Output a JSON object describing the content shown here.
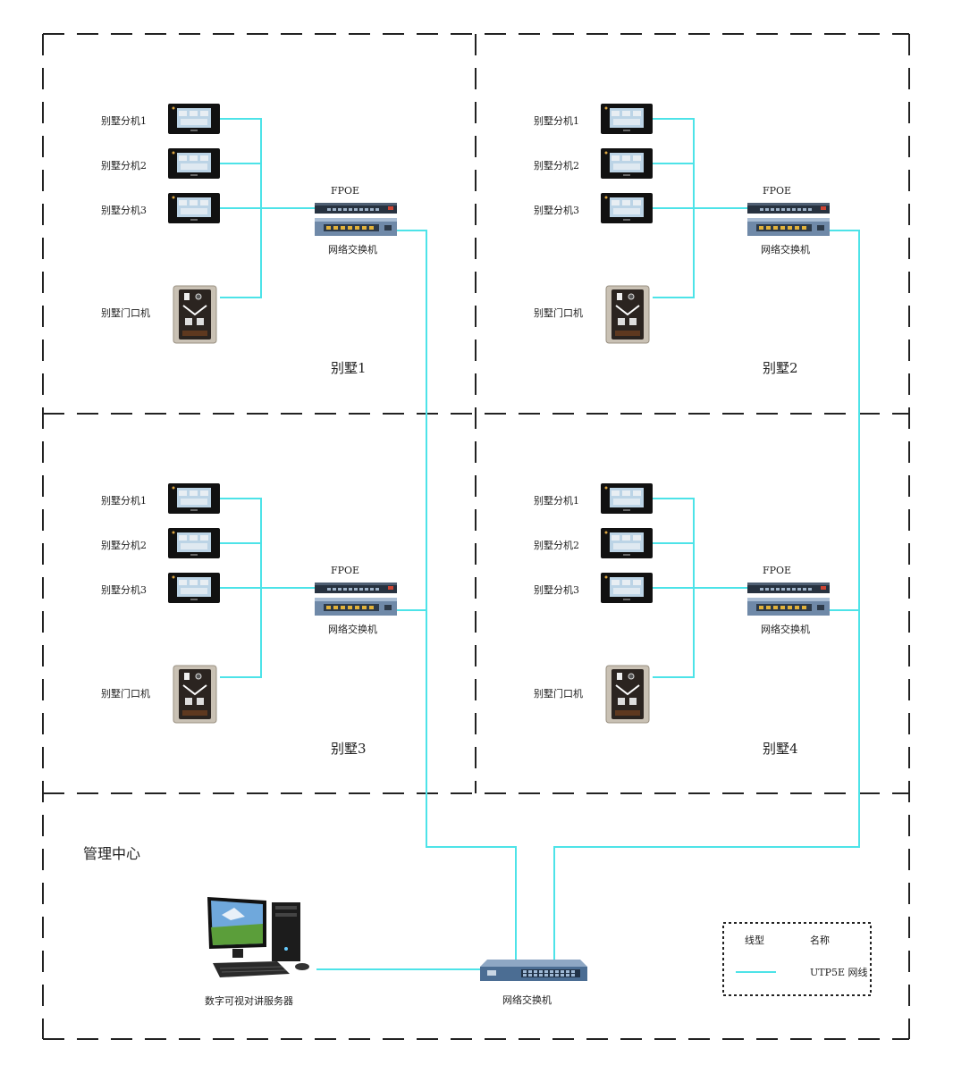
{
  "colors": {
    "cable": "#4de3e8",
    "border": "#222222"
  },
  "villas": [
    {
      "name": "别墅1",
      "monitors": [
        "别墅分机1",
        "别墅分机2",
        "别墅分机3"
      ],
      "door_station": "别墅门口机",
      "poe_label": "FPOE",
      "switch_label": "网络交换机"
    },
    {
      "name": "别墅2",
      "monitors": [
        "别墅分机1",
        "别墅分机2",
        "别墅分机3"
      ],
      "door_station": "别墅门口机",
      "poe_label": "FPOE",
      "switch_label": "网络交换机"
    },
    {
      "name": "别墅3",
      "monitors": [
        "别墅分机1",
        "别墅分机2",
        "别墅分机3"
      ],
      "door_station": "别墅门口机",
      "poe_label": "FPOE",
      "switch_label": "网络交换机"
    },
    {
      "name": "别墅4",
      "monitors": [
        "别墅分机1",
        "别墅分机2",
        "别墅分机3"
      ],
      "door_station": "别墅门口机",
      "poe_label": "FPOE",
      "switch_label": "网络交换机"
    }
  ],
  "management": {
    "title": "管理中心",
    "server_label": "数字可视对讲服务器",
    "switch_label": "网络交换机"
  },
  "legend": {
    "header_type": "线型",
    "header_name": "名称",
    "cable_name": "UTP5E 网线"
  },
  "icons": {
    "monitor": "indoor-monitor-icon",
    "door": "door-station-icon",
    "poe": "poe-switch-icon",
    "switch": "network-switch-icon",
    "server": "computer-server-icon"
  }
}
